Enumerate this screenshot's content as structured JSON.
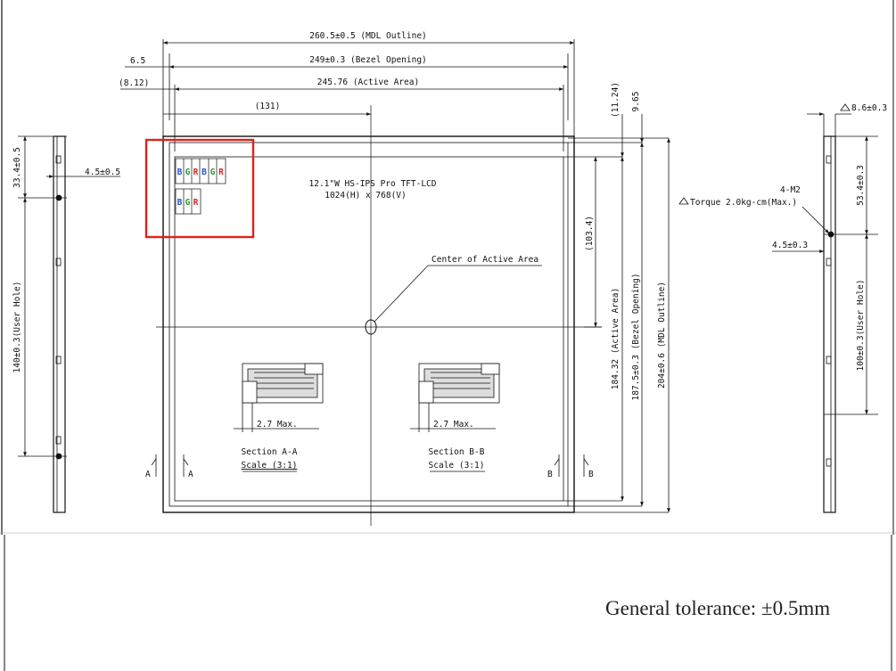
{
  "drawing": {
    "dimensions_top": {
      "mdl_outline_width": "260.5±0.5 (MDL Outline)",
      "bezel_opening_width": "249±0.3 (Bezel Opening)",
      "active_area_width": "245.76 (Active Area)",
      "left_offset_bezel": "6.5",
      "left_offset_active": "(8.12)",
      "center_offset": "(131)"
    },
    "dimensions_right": {
      "top_offset_active": "(11.24)",
      "top_offset_bezel": "9.65",
      "center_offset": "(103.4)",
      "active_area_height": "184.32 (Active Area)",
      "bezel_opening_height": "187.5±0.3 (Bezel Opening)",
      "mdl_outline_height": "204±0.6 (MDL Outline)"
    },
    "left_side_view": {
      "top_hole_offset": "33.4±0.5",
      "depth": "4.5±0.5",
      "user_hole_pitch": "140±0.3(User Hole)"
    },
    "right_side_view": {
      "thickness": "8.6±0.3",
      "screw_spec": "4-M2",
      "torque": "Torque 2.0kg-cm(Max.)",
      "top_hole_offset": "53.4±0.3",
      "depth": "4.5±0.3",
      "user_hole_pitch": "100±0.3(User Hole)"
    },
    "panel": {
      "title_line1": "12.1\"W HS-IPS Pro TFT-LCD",
      "title_line2": "1024(H) x 768(V)",
      "center_label": "Center of Active Area",
      "pixel_row1": [
        "B",
        "G",
        "R",
        "B",
        "G",
        "R"
      ],
      "pixel_row2": [
        "B",
        "G",
        "R"
      ]
    },
    "sections": [
      {
        "max_label": "2.7 Max.",
        "name": "Section A-A",
        "scale": "Scale (3:1)"
      },
      {
        "max_label": "2.7 Max.",
        "name": "Section B-B",
        "scale": "Scale (3:1)"
      }
    ],
    "section_marks": {
      "a": "A",
      "b": "B"
    }
  },
  "footer": {
    "tolerance": "General tolerance: ±0.5mm"
  },
  "colors": {
    "highlight": "#e0201c",
    "pixel_b": "#2a4fd6",
    "pixel_g": "#1e9a2e",
    "pixel_r": "#d42a2a"
  }
}
